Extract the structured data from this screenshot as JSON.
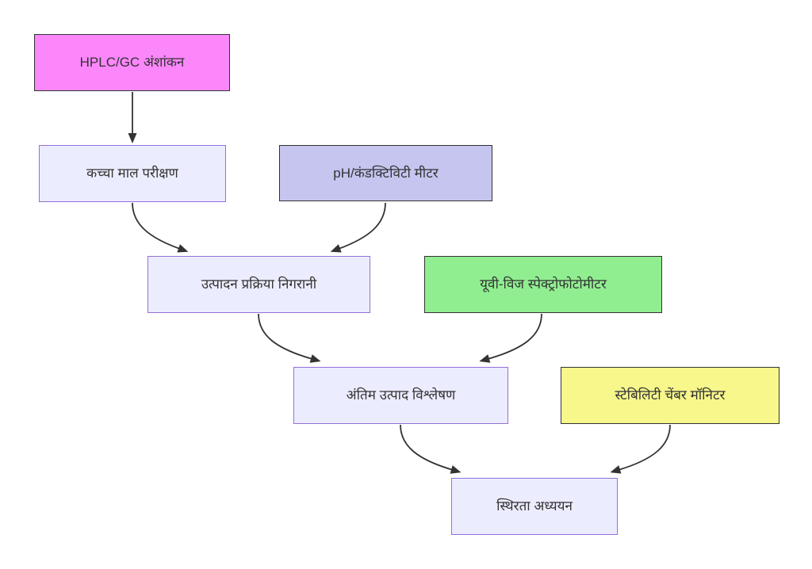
{
  "diagram": {
    "type": "flowchart",
    "direction": "top-down",
    "background": "#ffffff",
    "edge_color": "#333333",
    "text_color": "#333333",
    "nodes": [
      {
        "id": "hplc",
        "label": "HPLC/GC अंशांकन",
        "fill": "#fb87fb",
        "stroke": "#333333"
      },
      {
        "id": "raw-material",
        "label": "कच्चा माल परीक्षण",
        "fill": "#ECECFF",
        "stroke": "#9370DB"
      },
      {
        "id": "ph-meter",
        "label": "pH/कंडक्टिविटी मीटर",
        "fill": "#c5c5f0",
        "stroke": "#333333"
      },
      {
        "id": "process",
        "label": "उत्पादन प्रक्रिया निगरानी",
        "fill": "#ECECFF",
        "stroke": "#9370DB"
      },
      {
        "id": "uv-vis",
        "label": "यूवी-विज स्पेक्ट्रोफोटोमीटर",
        "fill": "#90EE90",
        "stroke": "#333333"
      },
      {
        "id": "final-product",
        "label": "अंतिम उत्पाद विश्लेषण",
        "fill": "#ECECFF",
        "stroke": "#9370DB"
      },
      {
        "id": "stability-chamber",
        "label": "स्टेबिलिटी चेंबर मॉनिटर",
        "fill": "#f7f78c",
        "stroke": "#333333"
      },
      {
        "id": "stability-study",
        "label": "स्थिरता अध्ययन",
        "fill": "#ECECFF",
        "stroke": "#9370DB"
      }
    ],
    "edges": [
      {
        "from": "hplc",
        "to": "raw-material"
      },
      {
        "from": "raw-material",
        "to": "process"
      },
      {
        "from": "ph-meter",
        "to": "process"
      },
      {
        "from": "process",
        "to": "final-product"
      },
      {
        "from": "uv-vis",
        "to": "final-product"
      },
      {
        "from": "final-product",
        "to": "stability-study"
      },
      {
        "from": "stability-chamber",
        "to": "stability-study"
      }
    ]
  }
}
